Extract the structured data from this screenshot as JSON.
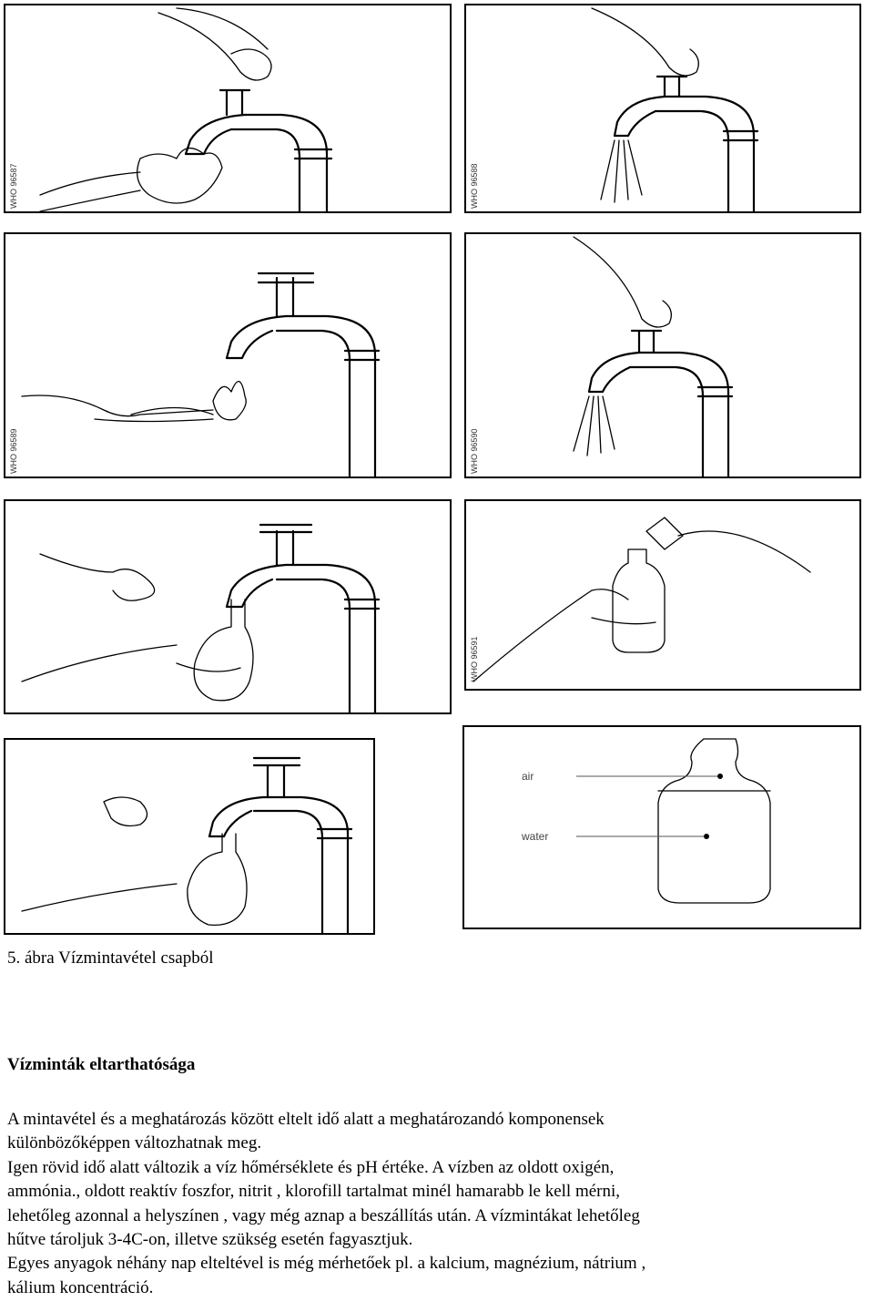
{
  "figure": {
    "panels": [
      {
        "id": "wipe-tap",
        "watermark": "WHO 96587"
      },
      {
        "id": "run-tap",
        "watermark": "WHO 96588"
      },
      {
        "id": "flame-tap",
        "watermark": "WHO 96589"
      },
      {
        "id": "run-again",
        "watermark": "WHO 96590"
      },
      {
        "id": "fill-bottle",
        "watermark": ""
      },
      {
        "id": "label-bottle",
        "watermark": "WHO 96591"
      },
      {
        "id": "fill-bottle-2",
        "watermark": ""
      },
      {
        "id": "bottle-levels",
        "watermark": "",
        "labels": {
          "air": "air",
          "water": "water"
        }
      }
    ],
    "caption": "5. ábra Vízmintavétel csapból"
  },
  "section": {
    "heading": "Vízminták eltarthatósága",
    "lines": [
      "A mintavétel és a meghatározás között eltelt idő alatt a meghatározandó komponensek",
      "különbözőképpen változhatnak meg.",
      "Igen rövid idő alatt változik a víz hőmérséklete és pH értéke. A vízben az oldott oxigén,",
      "ammónia., oldott reaktív foszfor, nitrit , klorofill tartalmat minél hamarabb le kell mérni,",
      "lehetőleg azonnal a helyszínen , vagy még aznap a beszállítás után. A vízmintákat lehetőleg",
      "hűtve tároljuk 3-4C-on, illetve szükség esetén fagyasztjuk.",
      "Egyes anyagok néhány nap elteltével is még mérhetőek pl. a kalcium, magnézium, nátrium ,",
      "kálium koncentráció."
    ]
  }
}
